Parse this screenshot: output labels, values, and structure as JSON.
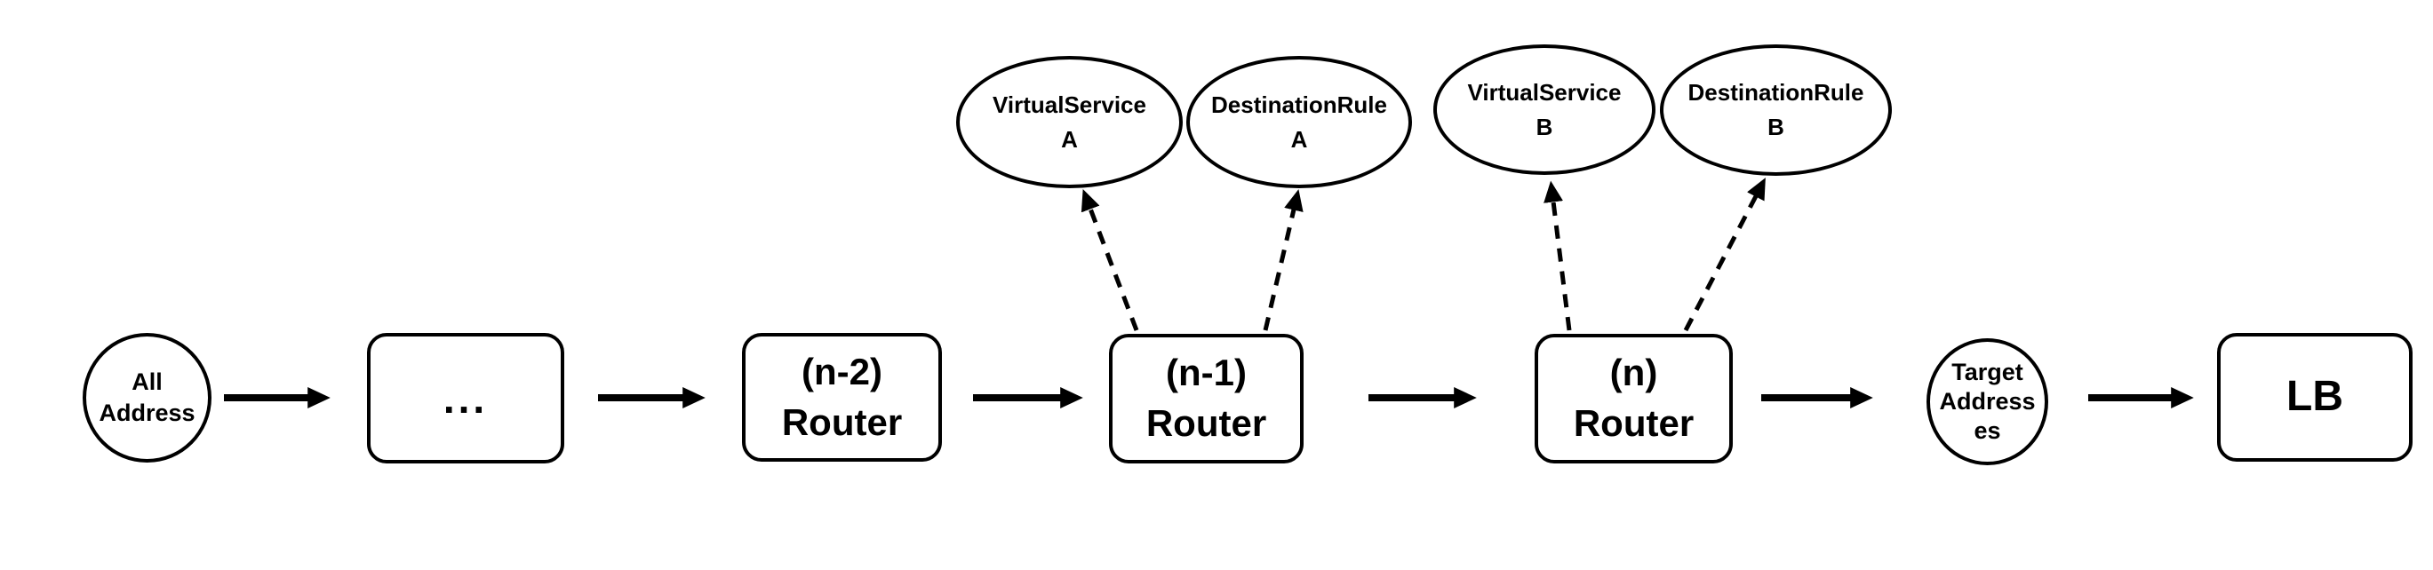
{
  "diagram": {
    "title": "",
    "colors": {
      "stroke": "#000000",
      "background": "#ffffff"
    },
    "nodes": {
      "all_address": {
        "label": "All\nAddress",
        "shape": "ellipse"
      },
      "dots": {
        "label": "...",
        "shape": "rounded-rect"
      },
      "router_n2": {
        "label": "(n-2)\nRouter",
        "shape": "rounded-rect"
      },
      "router_n1": {
        "label": "(n-1)\nRouter",
        "shape": "rounded-rect"
      },
      "router_n": {
        "label": "(n)\nRouter",
        "shape": "rounded-rect"
      },
      "target_addresses": {
        "label": "Target\nAddress\nes",
        "shape": "ellipse"
      },
      "lb": {
        "label": "LB",
        "shape": "rounded-rect"
      },
      "virtual_service_a": {
        "label": "VirtualService\nA",
        "shape": "ellipse"
      },
      "destination_rule_a": {
        "label": "DestinationRule\nA",
        "shape": "ellipse"
      },
      "virtual_service_b": {
        "label": "VirtualService\nB",
        "shape": "ellipse"
      },
      "destination_rule_b": {
        "label": "DestinationRule\nB",
        "shape": "ellipse"
      }
    },
    "edges": [
      {
        "from": "All Address",
        "to": "...",
        "style": "solid"
      },
      {
        "from": "...",
        "to": "(n-2) Router",
        "style": "solid"
      },
      {
        "from": "(n-2) Router",
        "to": "(n-1) Router",
        "style": "solid"
      },
      {
        "from": "(n-1) Router",
        "to": "(n) Router",
        "style": "solid"
      },
      {
        "from": "(n) Router",
        "to": "Target Addresses",
        "style": "solid"
      },
      {
        "from": "Target Addresses",
        "to": "LB",
        "style": "solid"
      },
      {
        "from": "(n-1) Router",
        "to": "VirtualService A",
        "style": "dashed"
      },
      {
        "from": "(n-1) Router",
        "to": "DestinationRule A",
        "style": "dashed"
      },
      {
        "from": "(n) Router",
        "to": "VirtualService B",
        "style": "dashed"
      },
      {
        "from": "(n) Router",
        "to": "DestinationRule B",
        "style": "dashed"
      }
    ]
  }
}
